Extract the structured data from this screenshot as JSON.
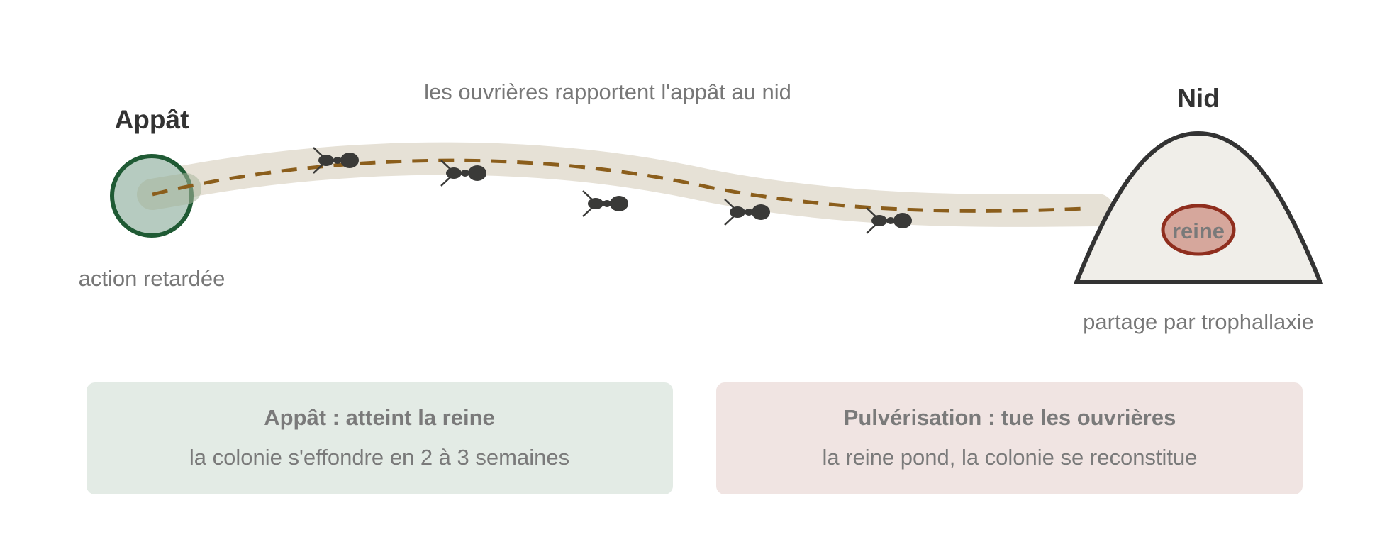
{
  "bait": {
    "title": "Appât",
    "caption": "action retardée"
  },
  "trail": {
    "caption": "les ouvrières rapportent l'appât au nid"
  },
  "nest": {
    "title": "Nid",
    "queen_label": "reine",
    "caption": "partage par trophallaxie"
  },
  "cards": [
    {
      "title": "Appât : atteint la reine",
      "body": "la colonie s'effondre en 2 à 3 semaines"
    },
    {
      "title": "Pulvérisation : tue les ouvrières",
      "body": "la reine pond, la colonie se reconstitue"
    }
  ],
  "colors": {
    "bait_stroke": "#1f5a34",
    "bait_fill": "#b6cbc0",
    "trail_band": "#e6e1d6",
    "trail_dash": "#8b5e1c",
    "ant": "#3a3a38",
    "nest_fill": "#f0eee9",
    "nest_stroke": "#333333",
    "queen_fill": "#d6a79c",
    "queen_stroke": "#8f2e1e",
    "card_bait_bg": "#e3ebe5",
    "card_spray_bg": "#f0e4e2"
  },
  "icons": [
    "ant-icon",
    "bait-icon",
    "nest-icon",
    "queen-icon"
  ]
}
